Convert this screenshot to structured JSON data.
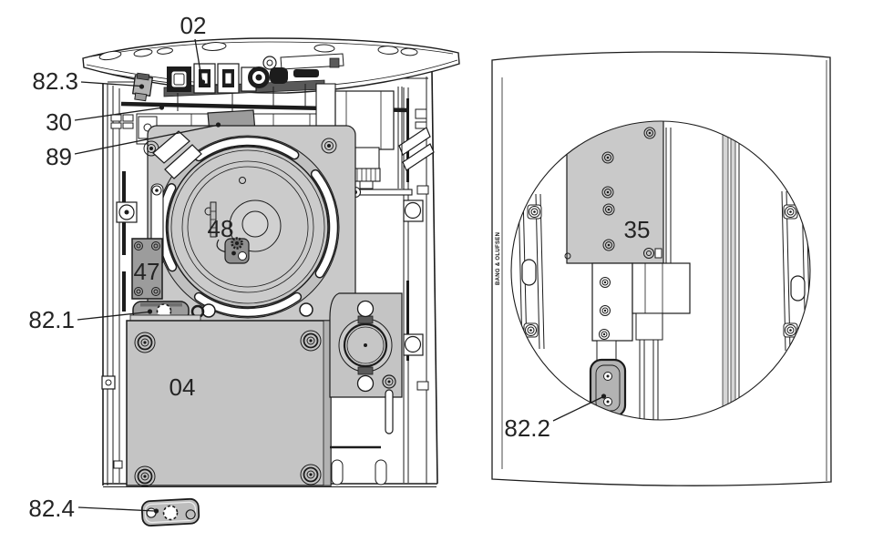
{
  "diagram": {
    "kind": "exploded-parts-service-diagram",
    "brand_vertical_text": "BANG & OLUFSEN",
    "labels": {
      "p02": "02",
      "p82_3": "82.3",
      "p30": "30",
      "p89": "89",
      "p48": "48",
      "p47": "47",
      "p82_1": "82.1",
      "p04": "04",
      "p82_4": "82.4",
      "p35": "35",
      "p82_2": "82.2"
    },
    "colors": {
      "line": "#1c1c1c",
      "plate_light": "#c9c9c9",
      "plate_medium": "#b3b3b3",
      "plate_dark": "#9c9c9c",
      "background": "#ffffff"
    }
  }
}
